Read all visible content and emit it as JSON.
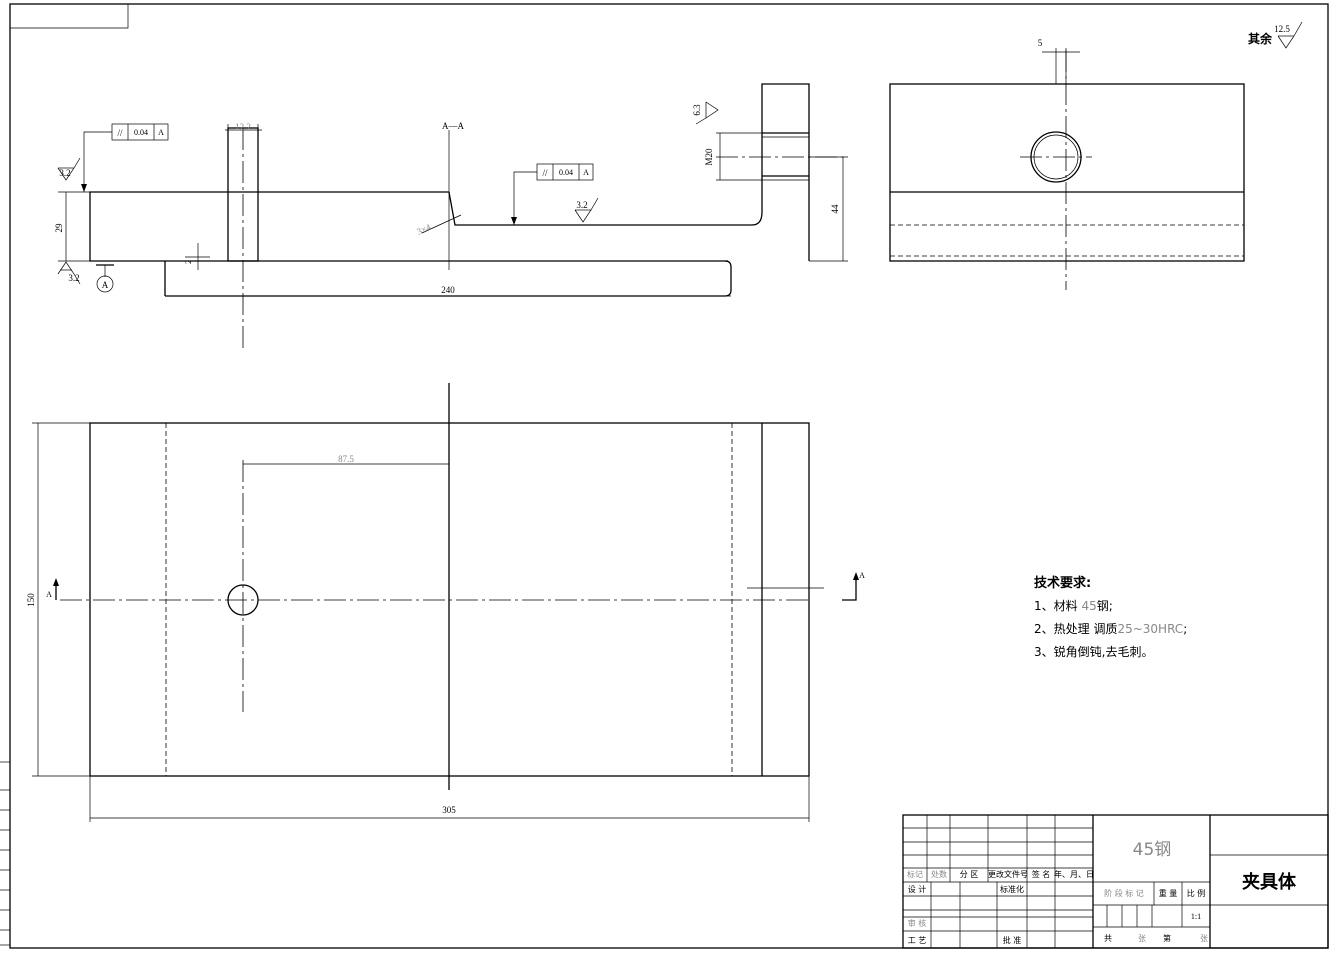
{
  "views": {
    "section_label": "A—A",
    "section_marker": "A",
    "datum": "A"
  },
  "dimensions": {
    "width_12": "12.2",
    "height_29": "29",
    "step_2": "2",
    "chamfer_45": "3×4",
    "length_240": "240",
    "thread": "M20",
    "height_44": "44",
    "right_5": "5",
    "offset_87_5": "87.5",
    "width_150": "150",
    "length_305": "305"
  },
  "roughness": {
    "r1": "3.2",
    "r2": "3.2",
    "r3": "3.2",
    "r4": "6.3",
    "other_label": "其余",
    "other_value": "12.5"
  },
  "tolerances": {
    "left": {
      "symbol": "//",
      "value": "0.04",
      "datum": "A"
    },
    "middle": {
      "symbol": "//",
      "value": "0.04",
      "datum": "A"
    }
  },
  "tech": {
    "heading": "技术要求:",
    "line1_prefix": "1、材料 ",
    "line1_value": "45",
    "line1_suffix": "钢;",
    "line2_prefix": "2、热处理 调质",
    "line2_value": "25~30HRC",
    "line2_suffix": ";",
    "line3": "3、锐角倒钝,去毛刺。"
  },
  "title_block": {
    "material": "45钢",
    "part_name": "夹具体",
    "scale": "1:1",
    "labels": {
      "mark": "标记",
      "count": "处数",
      "zone": "分 区",
      "change_doc": "更改文件号",
      "sign": "签 名",
      "date": "年、月、日",
      "design": "设 计",
      "standard": "标准化",
      "review": "审 核",
      "process": "工 艺",
      "approve": "批 准",
      "stage_mark": "阶 段 标 记",
      "weight": "重 量",
      "ratio": "比 例",
      "total": "共",
      "sheets": "张",
      "num": "第",
      "sheet2": "张"
    }
  }
}
